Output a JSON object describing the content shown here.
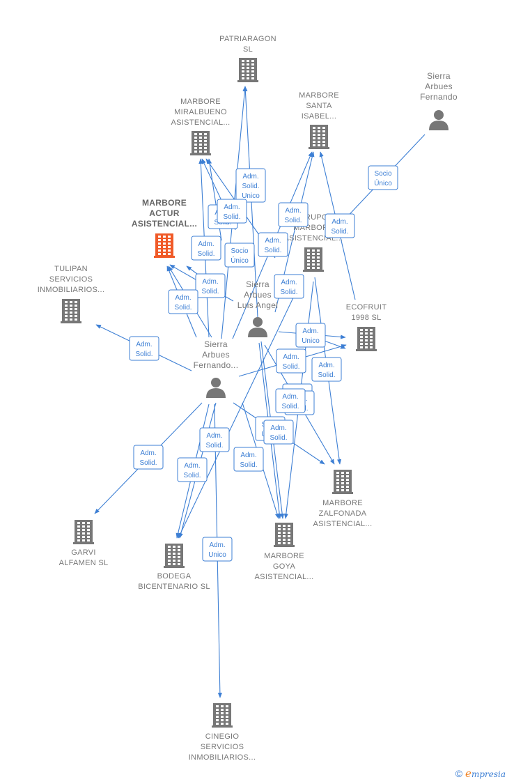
{
  "colors": {
    "edge": "#3d7fd4",
    "building": "#777777",
    "focus": "#f05a28",
    "person": "#777777"
  },
  "nodes": [
    {
      "id": "patriaragon",
      "type": "company",
      "lines": [
        "PATRIARAGON",
        "SL"
      ]
    },
    {
      "id": "miralbueno",
      "type": "company",
      "lines": [
        "MARBORE",
        "MIRALBUENO",
        "ASISTENCIAL..."
      ]
    },
    {
      "id": "santaisabel",
      "type": "company",
      "lines": [
        "MARBORE",
        "SANTA",
        "ISABEL..."
      ]
    },
    {
      "id": "sierra_fernando",
      "type": "person",
      "lines": [
        "Sierra",
        "Arbues",
        "Fernando"
      ]
    },
    {
      "id": "actur",
      "type": "focus",
      "lines": [
        "MARBORE",
        "ACTUR",
        "ASISTENCIAL..."
      ]
    },
    {
      "id": "grupo",
      "type": "company",
      "lines": [
        "GRUPO",
        "MARBORE",
        "ASISTENCIAL..."
      ]
    },
    {
      "id": "tulipan",
      "type": "company",
      "lines": [
        "TULIPAN",
        "SERVICIOS",
        "INMOBILIARIOS..."
      ]
    },
    {
      "id": "sierra_luis",
      "type": "person",
      "lines": [
        "Sierra",
        "Arbues",
        "Luis Angel"
      ]
    },
    {
      "id": "ecofruit",
      "type": "company",
      "lines": [
        "ECOFRUIT",
        "1998  SL"
      ]
    },
    {
      "id": "sierra_fernando2",
      "type": "person",
      "lines": [
        "Sierra",
        "Arbues",
        "Fernando..."
      ]
    },
    {
      "id": "zalfonada",
      "type": "company",
      "lines": [
        "MARBORE",
        "ZALFONADA",
        "ASISTENCIAL..."
      ]
    },
    {
      "id": "garvi",
      "type": "company",
      "lines": [
        "GARVI",
        "ALFAMEN SL"
      ]
    },
    {
      "id": "bodega",
      "type": "company",
      "lines": [
        "BODEGA",
        "BICENTENARIO SL"
      ]
    },
    {
      "id": "goya",
      "type": "company",
      "lines": [
        "MARBORE",
        "GOYA",
        "ASISTENCIAL..."
      ]
    },
    {
      "id": "cinegio",
      "type": "company",
      "lines": [
        "CINEGIO",
        "SERVICIOS",
        "INMOBILIARIOS..."
      ]
    }
  ],
  "badges": [
    {
      "lines": [
        "Adm.",
        "Solid.",
        "Unico"
      ]
    },
    {
      "lines": [
        "Adm.",
        "Solid."
      ]
    },
    {
      "lines": [
        "Adm.",
        "Solid."
      ]
    },
    {
      "lines": [
        "Adm.",
        "Solid."
      ]
    },
    {
      "lines": [
        "Adm.",
        "Solid."
      ]
    },
    {
      "lines": [
        "Socio",
        "Único"
      ]
    },
    {
      "lines": [
        "Adm.",
        "Solid."
      ]
    },
    {
      "lines": [
        "Socio",
        "Único"
      ]
    },
    {
      "lines": [
        "Adm.",
        "Solid."
      ]
    },
    {
      "lines": [
        "Adm.",
        "Solid."
      ]
    },
    {
      "lines": [
        "Adm.",
        "Solid."
      ]
    },
    {
      "lines": [
        "Adm.",
        "Solid."
      ]
    },
    {
      "lines": [
        "Adm.",
        "Solid."
      ]
    },
    {
      "lines": [
        "Adm.",
        "Unico"
      ]
    },
    {
      "lines": [
        "Adm.",
        "Solid."
      ]
    },
    {
      "lines": [
        "Adm.",
        "Solid."
      ]
    },
    {
      "lines": [
        "Socio",
        "Único"
      ]
    },
    {
      "lines": [
        "Adm.",
        "Solid."
      ]
    },
    {
      "lines": [
        "Socio",
        "Único"
      ]
    },
    {
      "lines": [
        "Adm.",
        "Solid."
      ]
    },
    {
      "lines": [
        "Adm.",
        "Solid."
      ]
    },
    {
      "lines": [
        "Adm.",
        "Solid."
      ]
    },
    {
      "lines": [
        "Adm.",
        "Solid."
      ]
    },
    {
      "lines": [
        "Adm.",
        "Solid."
      ]
    },
    {
      "lines": [
        "Adm.",
        "Solid."
      ]
    },
    {
      "lines": [
        "Adm.",
        "Unico"
      ]
    }
  ],
  "footer": {
    "copyright": "©",
    "brand_e": "e",
    "brand_rest": "mpresia"
  }
}
